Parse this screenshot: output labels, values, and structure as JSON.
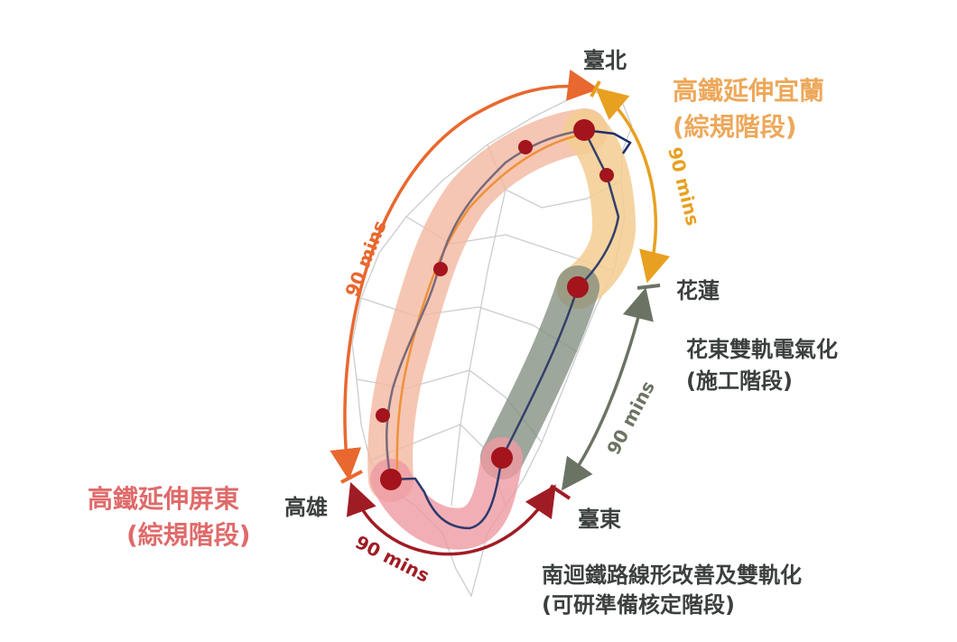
{
  "colors": {
    "hsr_yilan": "#e8a020",
    "hsr_yilan_text": "#eda85a",
    "west_arc": "#e8682f",
    "huadong": "#6b7464",
    "south_link": "#a01c24",
    "hsr_pingtung_text": "#e06a6a",
    "station": "#a3141c",
    "dark_text": "#3b3f3e"
  },
  "cities": {
    "taipei": "臺北",
    "hualien": "花蓮",
    "kaohsiung": "高雄",
    "taitung": "臺東"
  },
  "projects": {
    "hsr_yilan": {
      "title": "高鐵延伸宜蘭",
      "stage": "(綜規階段)"
    },
    "huadong": {
      "title": "花東雙軌電氣化",
      "stage": "(施工階段)"
    },
    "hsr_pingtung": {
      "title": "高鐵延伸屏東",
      "stage": "(綜規階段)"
    },
    "south_link": {
      "title": "南迴鐵路線形改善及雙軌化",
      "stage": "(可研準備核定階段)"
    }
  },
  "travel_times": {
    "west": "90 mins",
    "north_east": "90 mins",
    "east": "90 mins",
    "south": "90 mins"
  }
}
